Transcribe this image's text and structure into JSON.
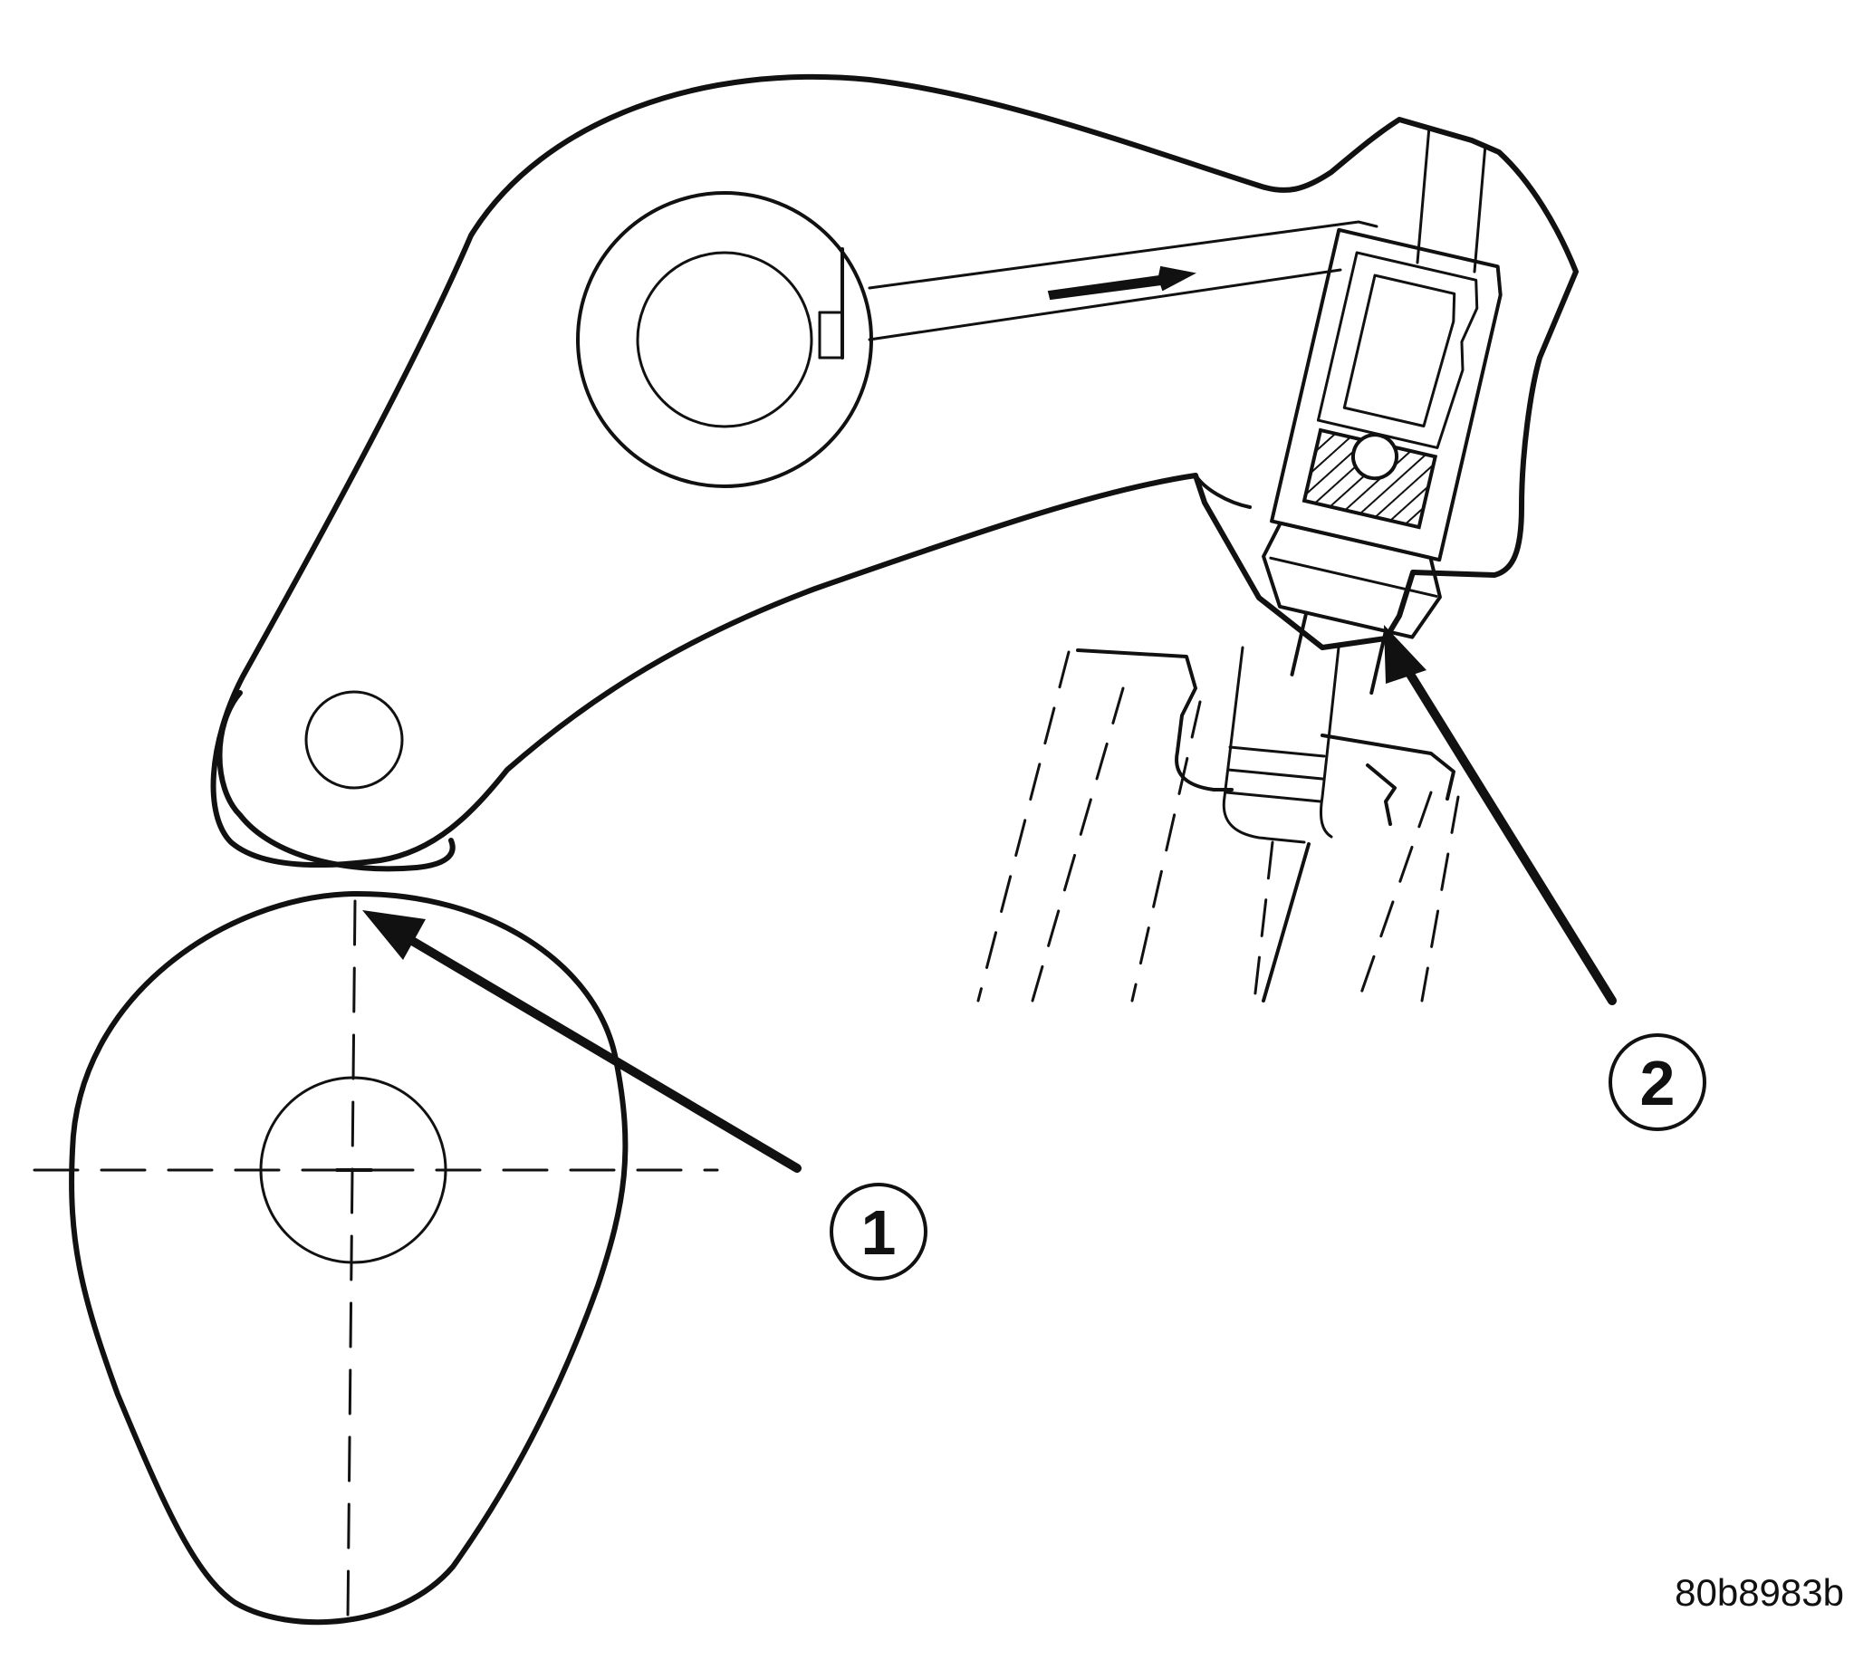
{
  "callouts": [
    {
      "label": "1"
    },
    {
      "label": "2"
    }
  ],
  "figure_id": "80b8983b"
}
